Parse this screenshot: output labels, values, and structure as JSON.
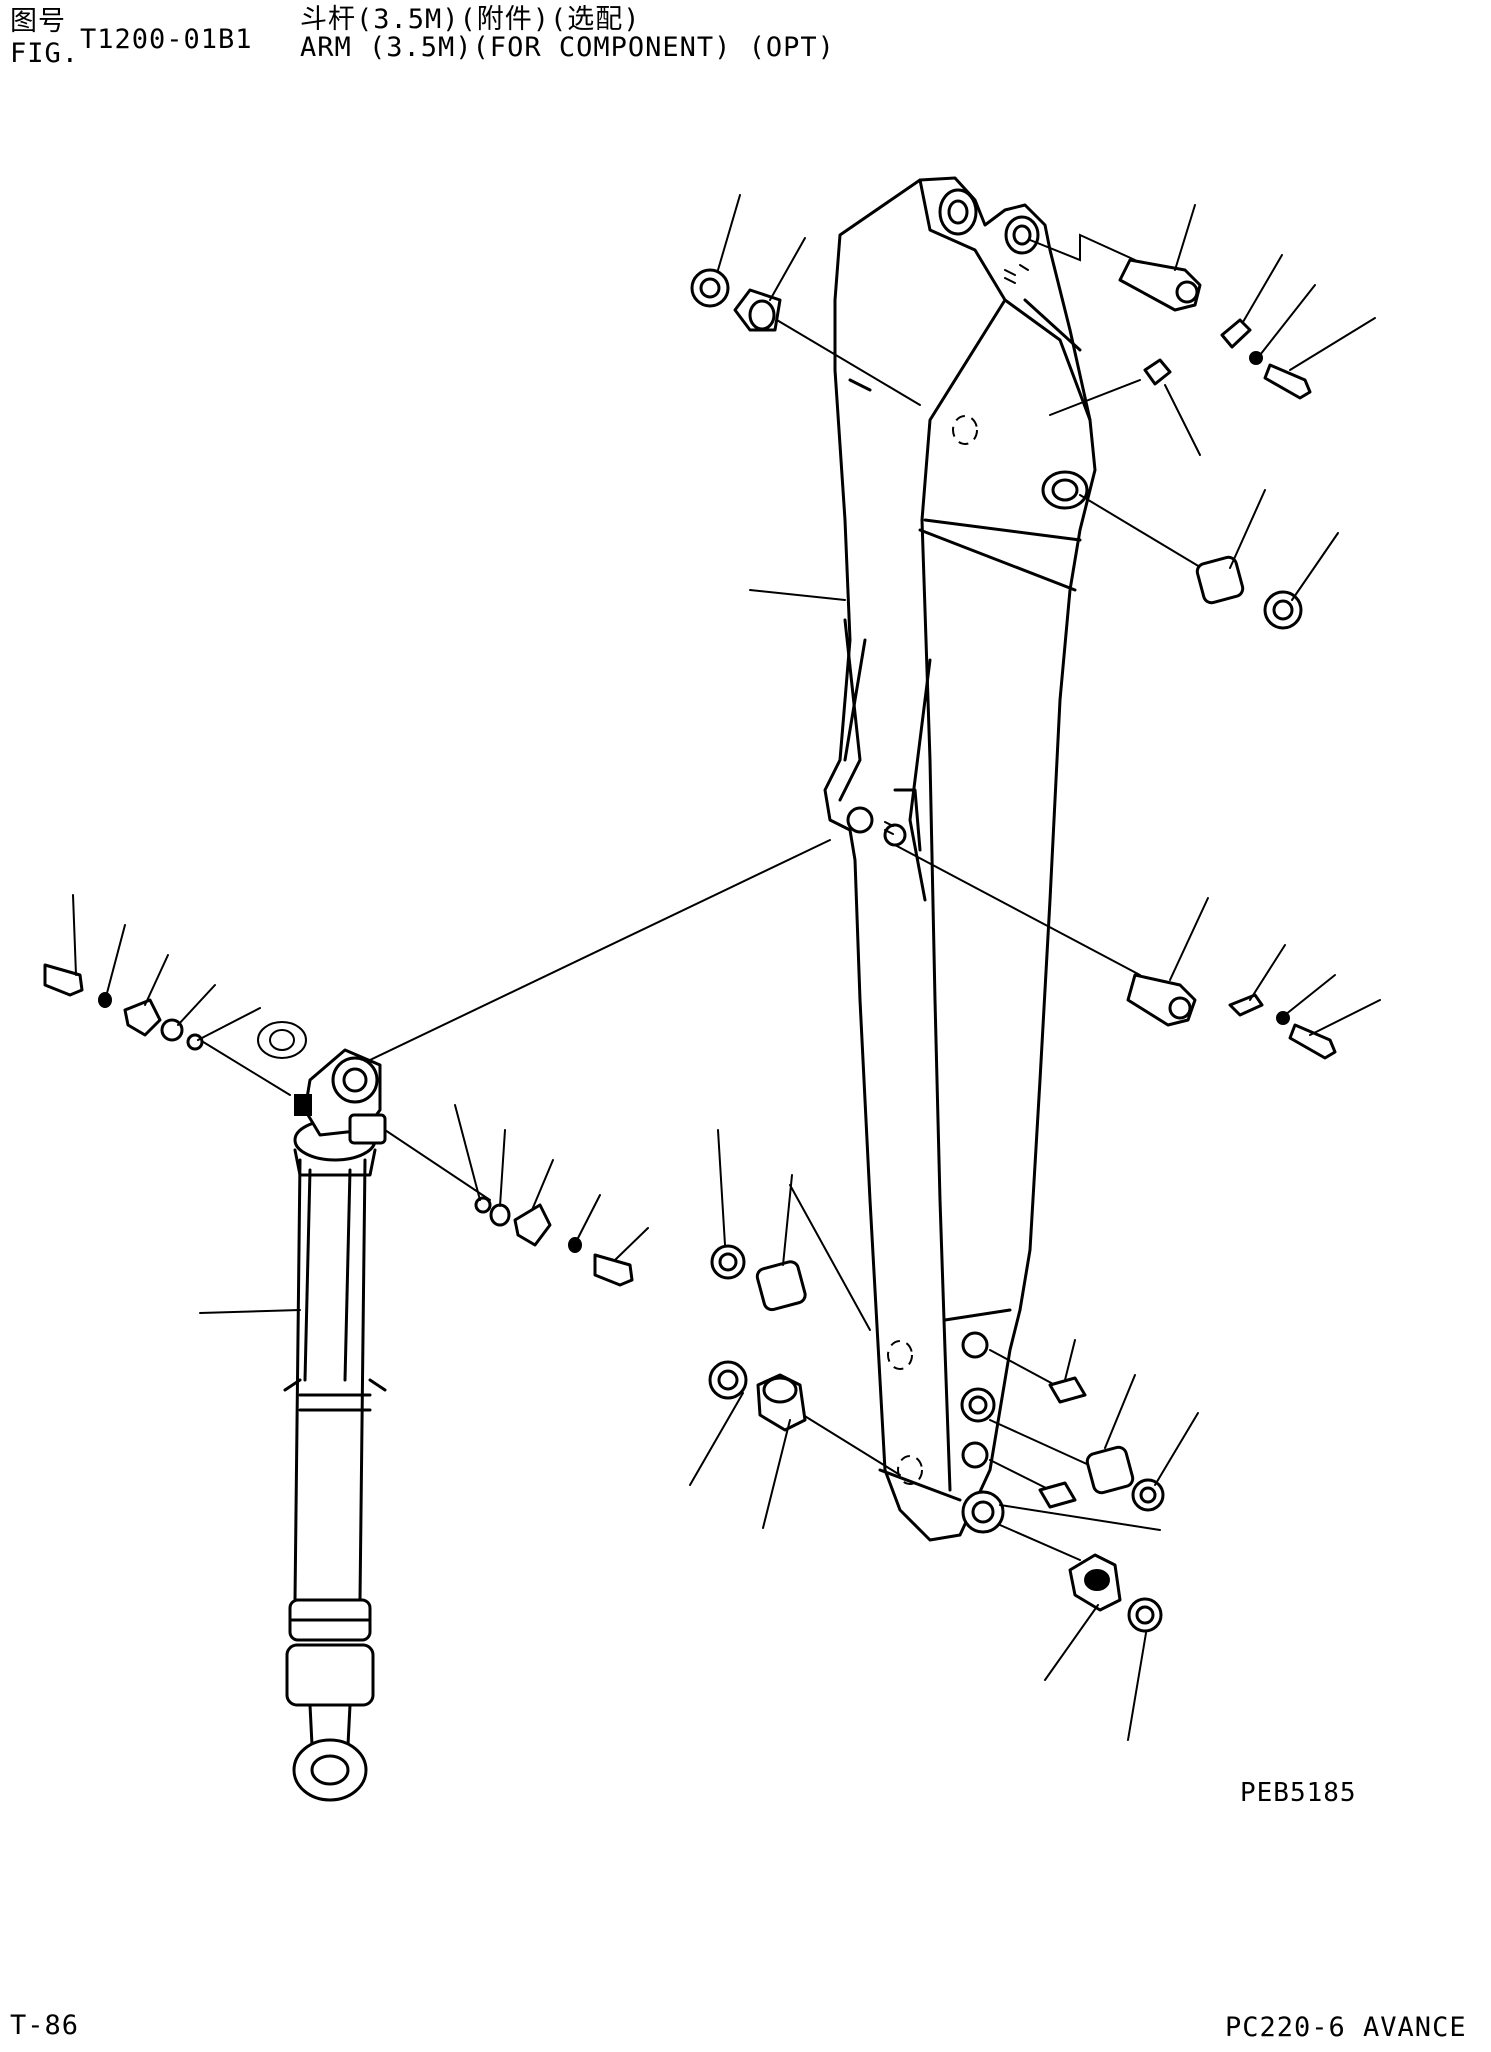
{
  "header": {
    "fig_label_cn": "图号",
    "fig_label_en": "FIG.",
    "fig_number": "T1200-01B1",
    "title_cn": "斗杆(3.5M)(附件)(选配)",
    "title_en": "ARM (3.5M)(FOR COMPONENT) (OPT)"
  },
  "drawing": {
    "code": "PEB5185"
  },
  "footer": {
    "page": "T-86",
    "model": "PC220-6 AVANCE"
  }
}
